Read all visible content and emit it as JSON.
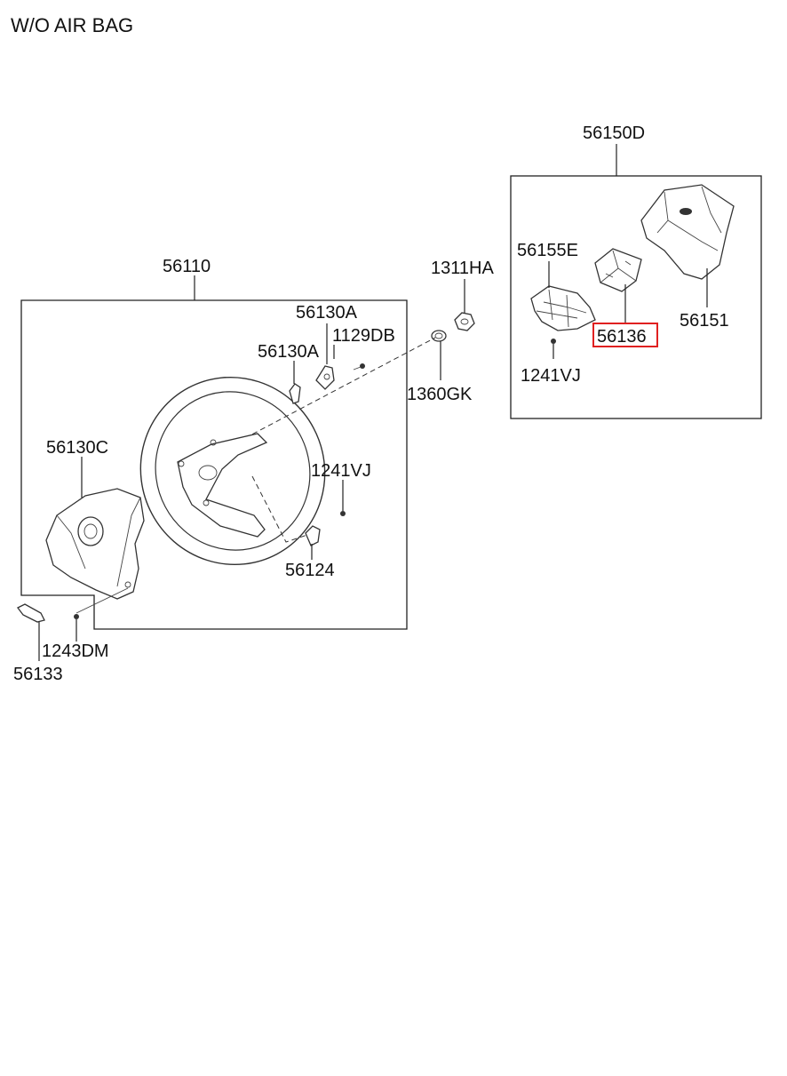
{
  "header": {
    "title": "W/O AIR BAG"
  },
  "labels": {
    "p56150D": "56150D",
    "p56155E": "56155E",
    "p56136": "56136",
    "p56151": "56151",
    "p1241VJ_right": "1241VJ",
    "p1311HA": "1311HA",
    "p1360GK": "1360GK",
    "p56110": "56110",
    "p56130A_top": "56130A",
    "p56130A_left": "56130A",
    "p1129DB": "1129DB",
    "p56130C": "56130C",
    "p1241VJ_left": "1241VJ",
    "p56124": "56124",
    "p1243DM": "1243DM",
    "p56133": "56133"
  },
  "highlight": {
    "part": "56136",
    "color": "#e02020"
  }
}
